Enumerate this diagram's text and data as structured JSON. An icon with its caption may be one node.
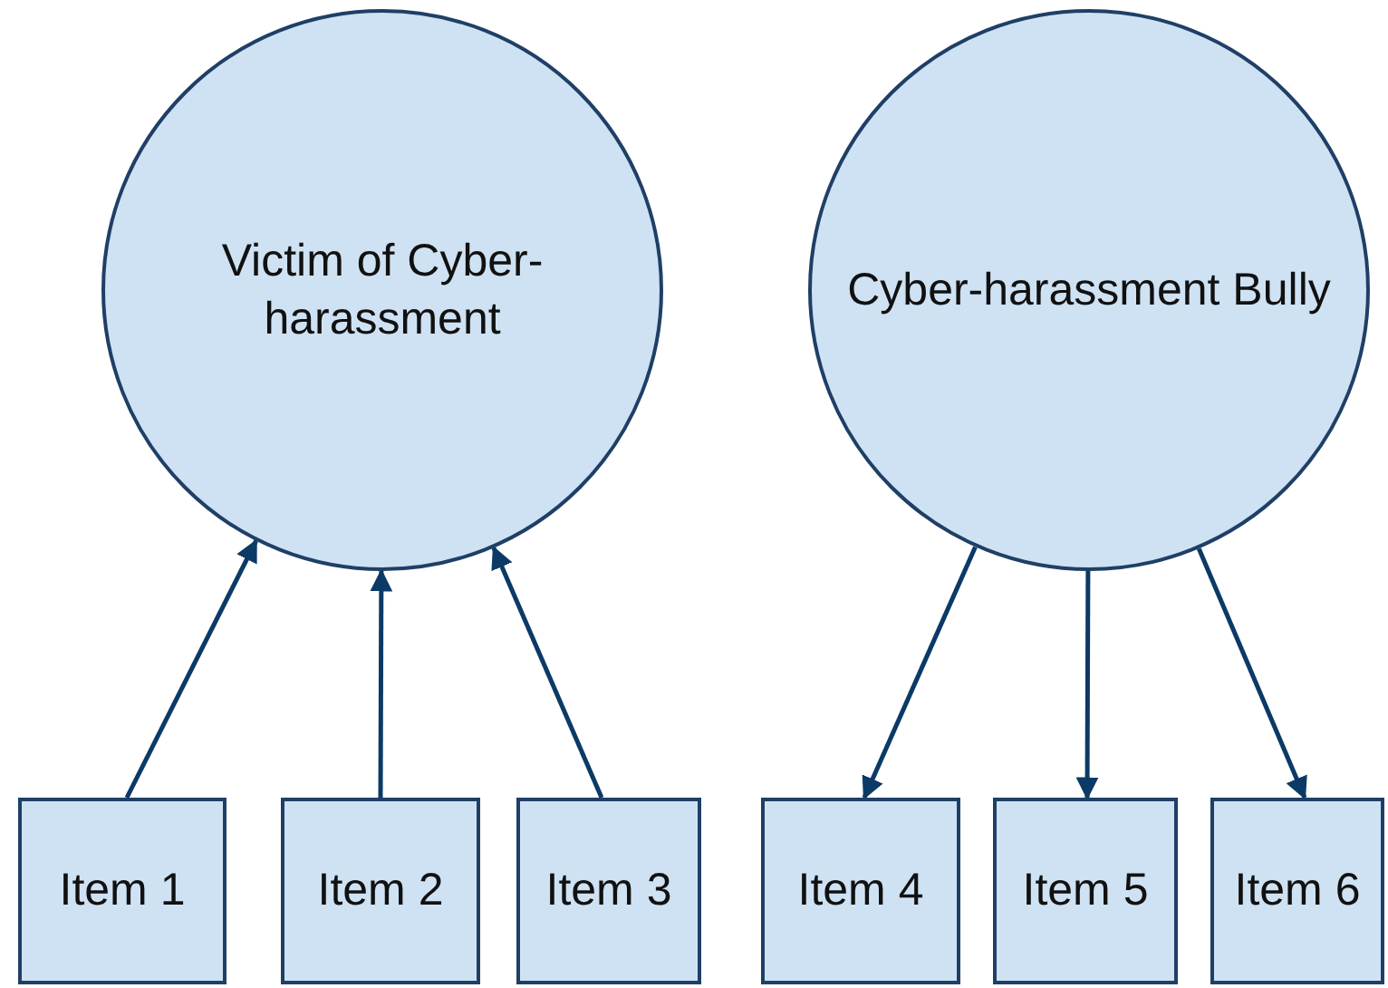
{
  "diagram": {
    "nodes": [
      {
        "text": [
          "Victim of Cyber-harassment"
        ]
      },
      {
        "text": [
          "Cyber-harassment Bully"
        ]
      },
      {
        "text": [
          "Item 1"
        ]
      },
      {
        "text": [
          "Item 2"
        ]
      },
      {
        "text": [
          "Item 3"
        ]
      },
      {
        "text": [
          "Item 4"
        ]
      },
      {
        "text": [
          "Item 5"
        ]
      },
      {
        "text": [
          "Item 6"
        ]
      }
    ],
    "edges": [
      {
        "from": 2,
        "to": 0,
        "arrow": "to"
      },
      {
        "from": 3,
        "to": 0,
        "arrow": "to"
      },
      {
        "from": 4,
        "to": 0,
        "arrow": "to"
      },
      {
        "from": 1,
        "to": 5,
        "arrow": "to"
      },
      {
        "from": 1,
        "to": 6,
        "arrow": "to"
      },
      {
        "from": 1,
        "to": 7,
        "arrow": "to"
      }
    ]
  }
}
